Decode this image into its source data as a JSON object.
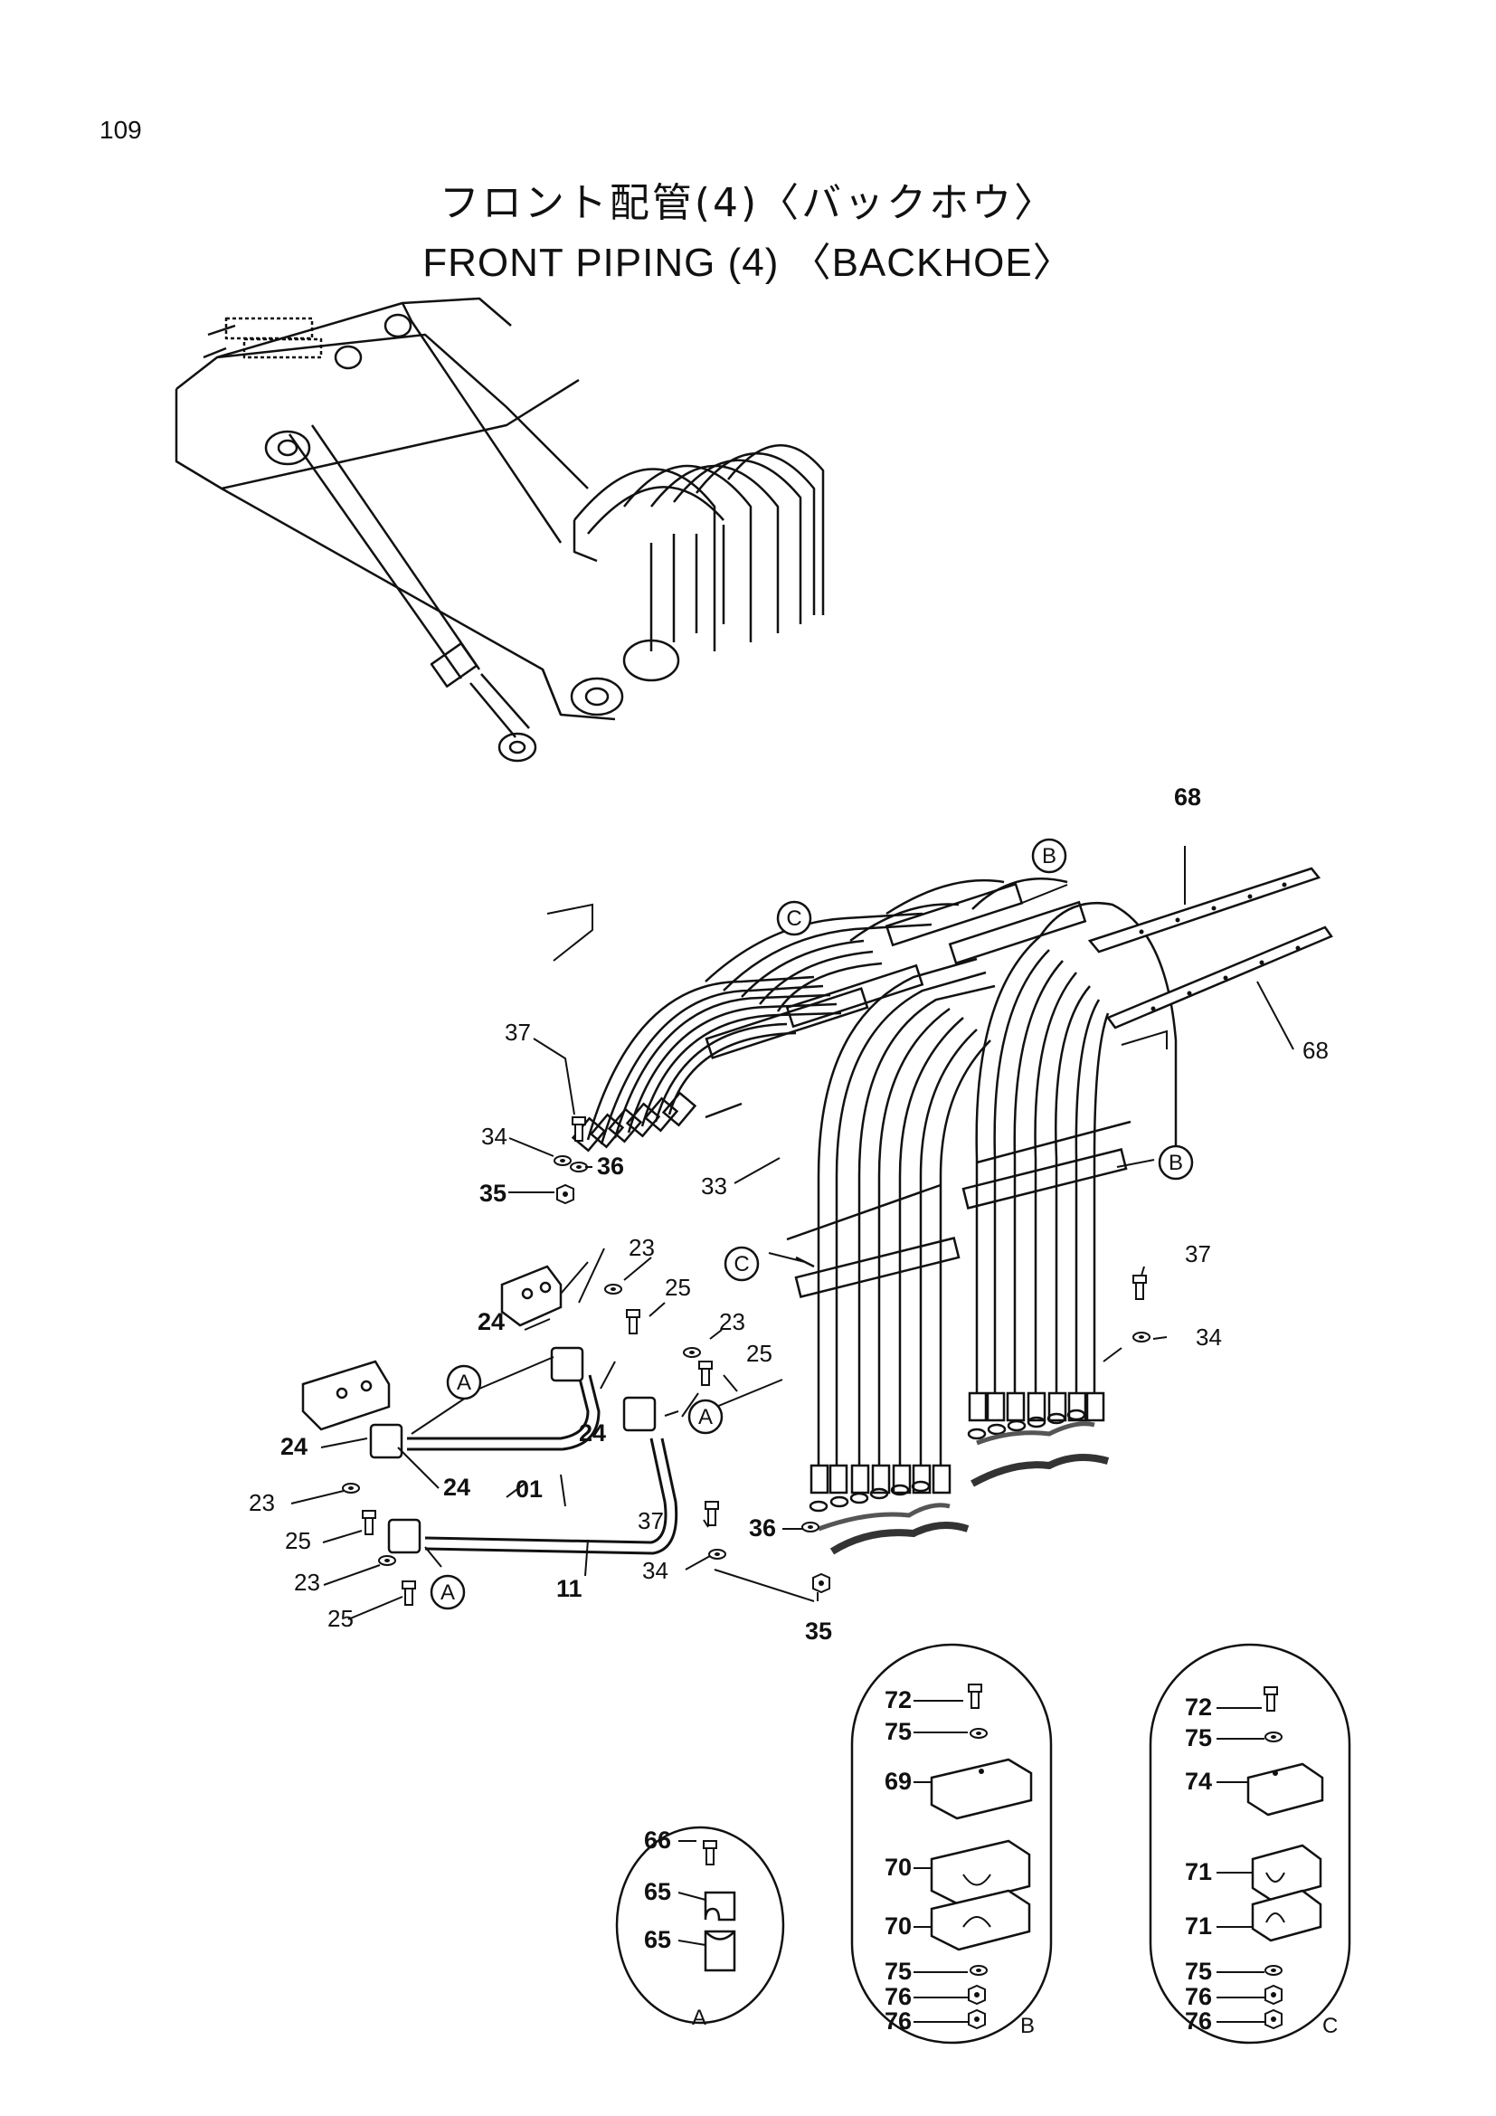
{
  "page": {
    "number": "109"
  },
  "title": {
    "jp": "フロント配管(4)〈バックホウ〉",
    "en": "FRONT    PIPING (4) 〈BACKHOE〉"
  },
  "callouts": {
    "a": "A",
    "b": "B",
    "c": "C"
  },
  "part_labels": {
    "p68": "68",
    "p37": "37",
    "p34": "34",
    "p36": "36",
    "p35": "35",
    "p33": "33",
    "p23": "23",
    "p25": "25",
    "p24": "24",
    "p01": "01",
    "p11": "11",
    "p72": "72",
    "p75": "75",
    "p69": "69",
    "p70": "70",
    "p76": "76",
    "p74": "74",
    "p71": "71",
    "p66": "66",
    "p65": "65"
  },
  "detail_labels": {
    "a": "A",
    "b": "B",
    "c": "C"
  }
}
